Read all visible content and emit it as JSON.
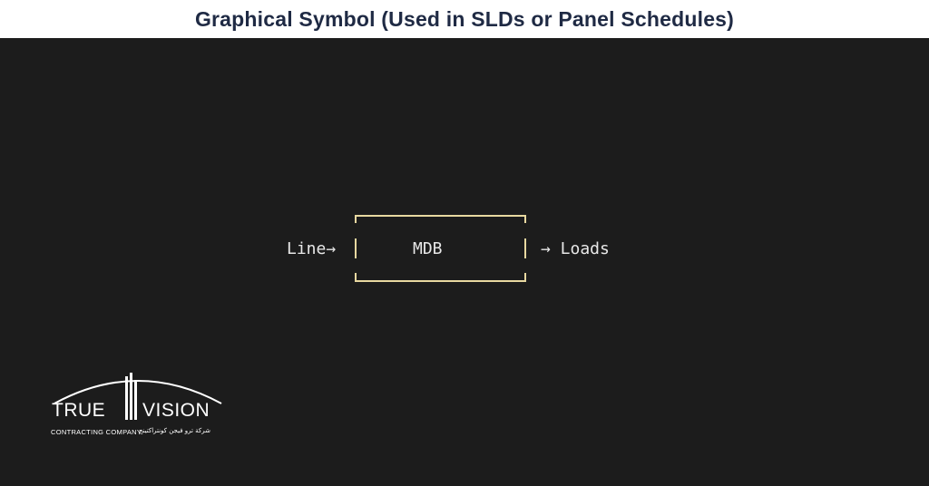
{
  "header": {
    "title": "Graphical Symbol (Used in SLDs or Panel Schedules)"
  },
  "diagram": {
    "input_label": "Line→",
    "box_label": "MDB",
    "output_label": "→ Loads"
  },
  "logo": {
    "word_left": "TRUE",
    "word_right": "VISION",
    "tagline": "CONTRACTING COMPANY",
    "arabic_tagline": "شركة ترو فيجن كونتراكتينج"
  },
  "colors": {
    "background": "#1c1c1c",
    "bracket": "#e8d8a0",
    "text": "#e8e8e8",
    "title": "#1f2a44"
  }
}
